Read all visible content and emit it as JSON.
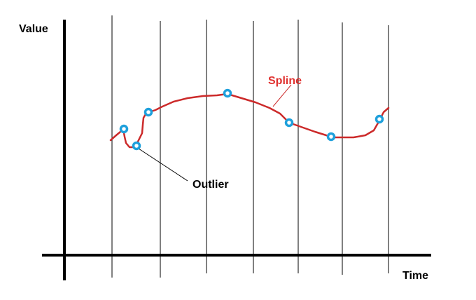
{
  "labels": {
    "y_axis": "Value",
    "x_axis": "Time",
    "spline": "Spline",
    "outlier": "Outlier"
  },
  "colors": {
    "axis": "#000000",
    "gridline": "#000000",
    "spline": "#cc2a2a",
    "spline_label": "#e0302e",
    "point": "#1ea0dc",
    "label": "#000000"
  }
}
